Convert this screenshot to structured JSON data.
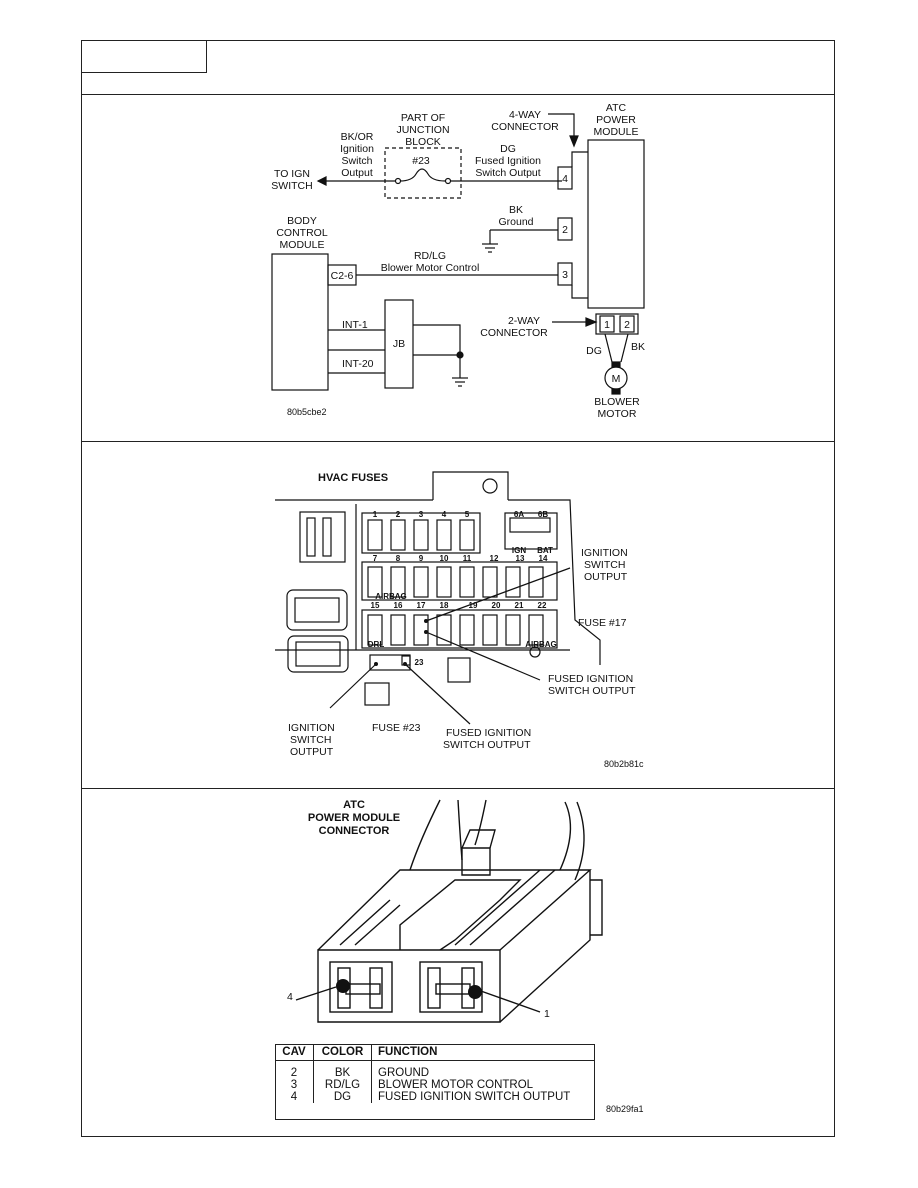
{
  "wiring": {
    "junction_block_title": [
      "PART OF",
      "JUNCTION",
      "BLOCK"
    ],
    "fuse_label": "#23",
    "bk_or_label": [
      "BK/OR",
      "Ignition",
      "Switch",
      "Output"
    ],
    "to_ign": [
      "TO IGN",
      "SWITCH"
    ],
    "four_way": [
      "4-WAY",
      "CONNECTOR"
    ],
    "atc_module": [
      "ATC",
      "POWER",
      "MODULE"
    ],
    "dg_label": [
      "DG",
      "Fused Ignition",
      "Switch Output"
    ],
    "bk_ground": [
      "BK",
      "Ground"
    ],
    "bcm": [
      "BODY",
      "CONTROL",
      "MODULE"
    ],
    "rdlg": [
      "RD/LG",
      "Blower Motor Control"
    ],
    "c26": "C2-6",
    "pin4": "4",
    "pin2": "2",
    "pin3": "3",
    "two_way": [
      "2-WAY",
      "CONNECTOR"
    ],
    "pin1b": "1",
    "pin2b": "2",
    "dg": "DG",
    "bk": "BK",
    "motor_m": "M",
    "blower": [
      "BLOWER",
      "MOTOR"
    ],
    "int1": "INT-1",
    "int20": "INT-20",
    "jb": "JB",
    "code": "80b5cbe2"
  },
  "fuses": {
    "title": "HVAC FUSES",
    "row1": [
      "1",
      "2",
      "3",
      "4",
      "5"
    ],
    "r1b": [
      "6A",
      "6B"
    ],
    "ign_bat": [
      "IGN",
      "BAT"
    ],
    "row2": [
      "7",
      "8",
      "9",
      "10",
      "11",
      "12",
      "13",
      "14"
    ],
    "airbag": "AIRBAG",
    "row3": [
      "15",
      "16",
      "17",
      "18",
      "19",
      "20",
      "21",
      "22"
    ],
    "drl": "DRL",
    "airbag2": "AIRBAG",
    "f23": "23",
    "ign_out_right": [
      "IGNITION",
      "SWITCH",
      "OUTPUT"
    ],
    "fuse17": "FUSE #17",
    "fused_right": [
      "FUSED IGNITION",
      "SWITCH OUTPUT"
    ],
    "ign_out_left": [
      "IGNITION",
      "SWITCH",
      "OUTPUT"
    ],
    "fuse23": "FUSE #23",
    "fused_bottom": [
      "FUSED IGNITION",
      "SWITCH OUTPUT"
    ],
    "code": "80b2b81c"
  },
  "connector": {
    "title": [
      "ATC",
      "POWER MODULE",
      "CONNECTOR"
    ],
    "cav4": "4",
    "cav1": "1",
    "table_headers": [
      "CAV",
      "COLOR",
      "FUNCTION"
    ],
    "rows": [
      {
        "cav": "2",
        "color": "BK",
        "function": "GROUND"
      },
      {
        "cav": "3",
        "color": "RD/LG",
        "function": "BLOWER MOTOR CONTROL"
      },
      {
        "cav": "4",
        "color": "DG",
        "function": "FUSED IGNITION SWITCH OUTPUT"
      }
    ],
    "code": "80b29fa1"
  }
}
